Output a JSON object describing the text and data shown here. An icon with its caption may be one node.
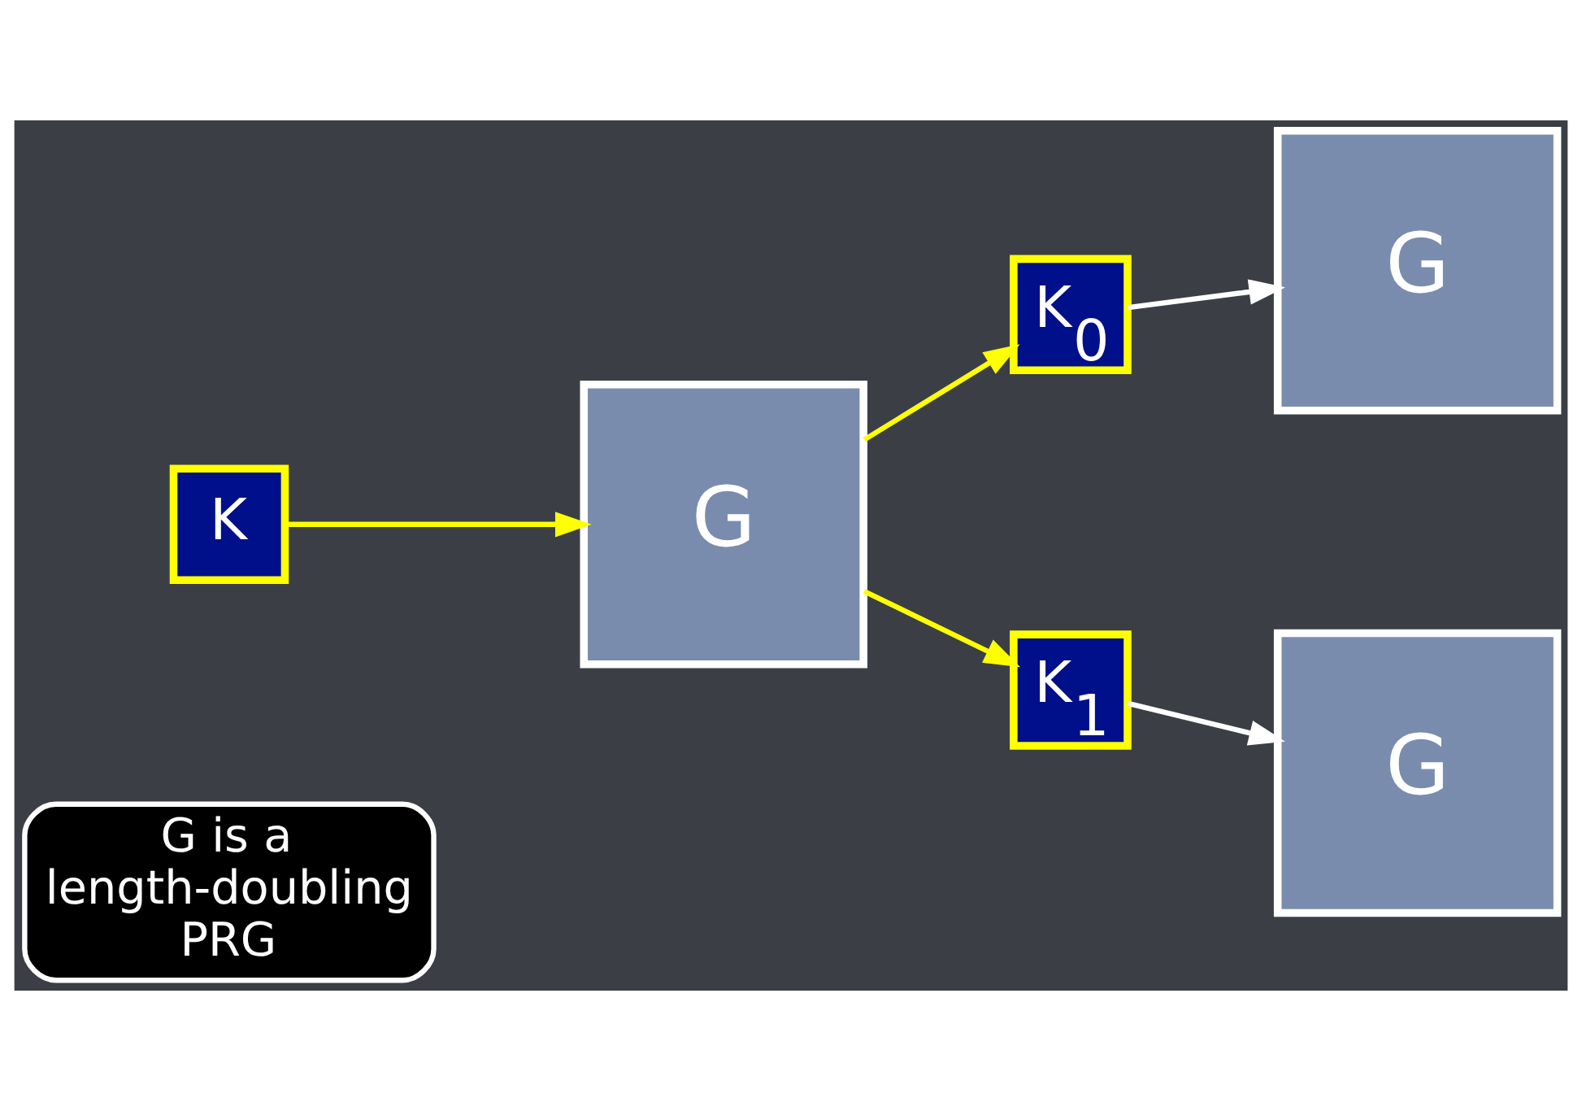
{
  "diagram": {
    "nodes": [
      {
        "text": [
          "G is a length-doubling PRG"
        ]
      },
      {
        "text": [
          "K"
        ]
      },
      {
        "text": [
          "G"
        ]
      },
      {
        "text": [
          "K$_{0}$"
        ]
      },
      {
        "text": [
          "K$_{1}$"
        ]
      },
      {
        "text": [
          "G"
        ]
      },
      {
        "text": [
          "G"
        ]
      }
    ],
    "edges": [
      {
        "from": 1,
        "to": 2,
        "arrow": "to"
      },
      {
        "from": 2,
        "to": 3,
        "arrow": "to"
      },
      {
        "from": 2,
        "to": 4,
        "arrow": "to"
      },
      {
        "from": 3,
        "to": 5,
        "arrow": "to",
        "color": "#ffffff"
      },
      {
        "from": 4,
        "to": 6,
        "arrow": "to",
        "color": "#ffffff"
      }
    ]
  }
}
